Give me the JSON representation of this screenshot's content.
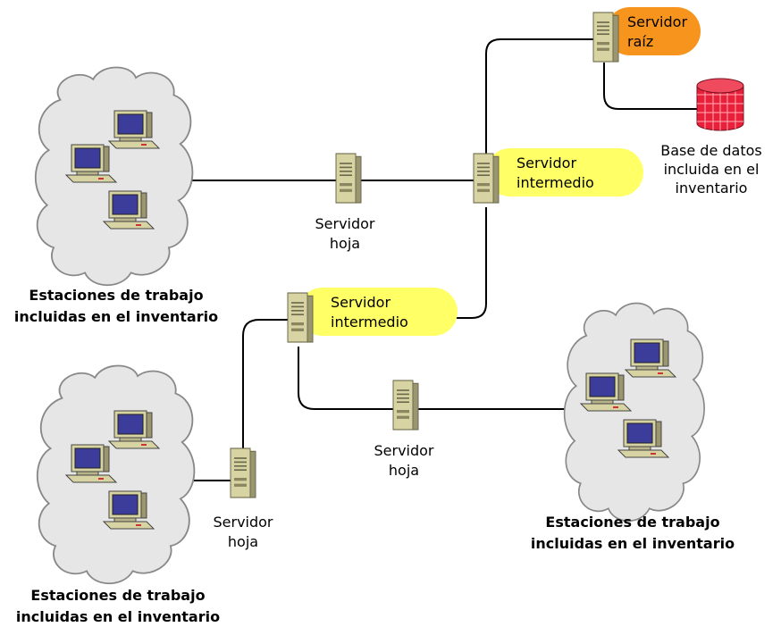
{
  "colors": {
    "line": "#000000",
    "root_badge": "#f7941d",
    "intermediate_badge": "#ffff66",
    "database": "#e8203a",
    "cloud_edge": "#888888",
    "server_body": "#d7d3a2",
    "monitor_screen": "#3c3c9a"
  },
  "root_server": {
    "line1": "Servidor",
    "line2": "raíz",
    "icon": "server-icon"
  },
  "database": {
    "line1": "Base de datos",
    "line2": "incluida en el",
    "line3": "inventario",
    "icon": "database-icon"
  },
  "intermediate_server_1": {
    "line1": "Servidor",
    "line2": "intermedio",
    "icon": "server-icon"
  },
  "intermediate_server_2": {
    "line1": "Servidor",
    "line2": "intermedio",
    "icon": "server-icon"
  },
  "leaf_server_1": {
    "line1": "Servidor",
    "line2": "hoja",
    "icon": "server-icon"
  },
  "leaf_server_2": {
    "line1": "Servidor",
    "line2": "hoja",
    "icon": "server-icon"
  },
  "leaf_server_3": {
    "line1": "Servidor",
    "line2": "hoja",
    "icon": "server-icon"
  },
  "workstations_1": {
    "line1": "Estaciones de trabajo",
    "line2": "incluidas en el inventario",
    "icon": "cloud-icon"
  },
  "workstations_2": {
    "line1": "Estaciones de trabajo",
    "line2": "incluidas en el inventario",
    "icon": "cloud-icon"
  },
  "workstations_3": {
    "line1": "Estaciones de trabajo",
    "line2": "incluidas en el inventario",
    "icon": "cloud-icon"
  }
}
